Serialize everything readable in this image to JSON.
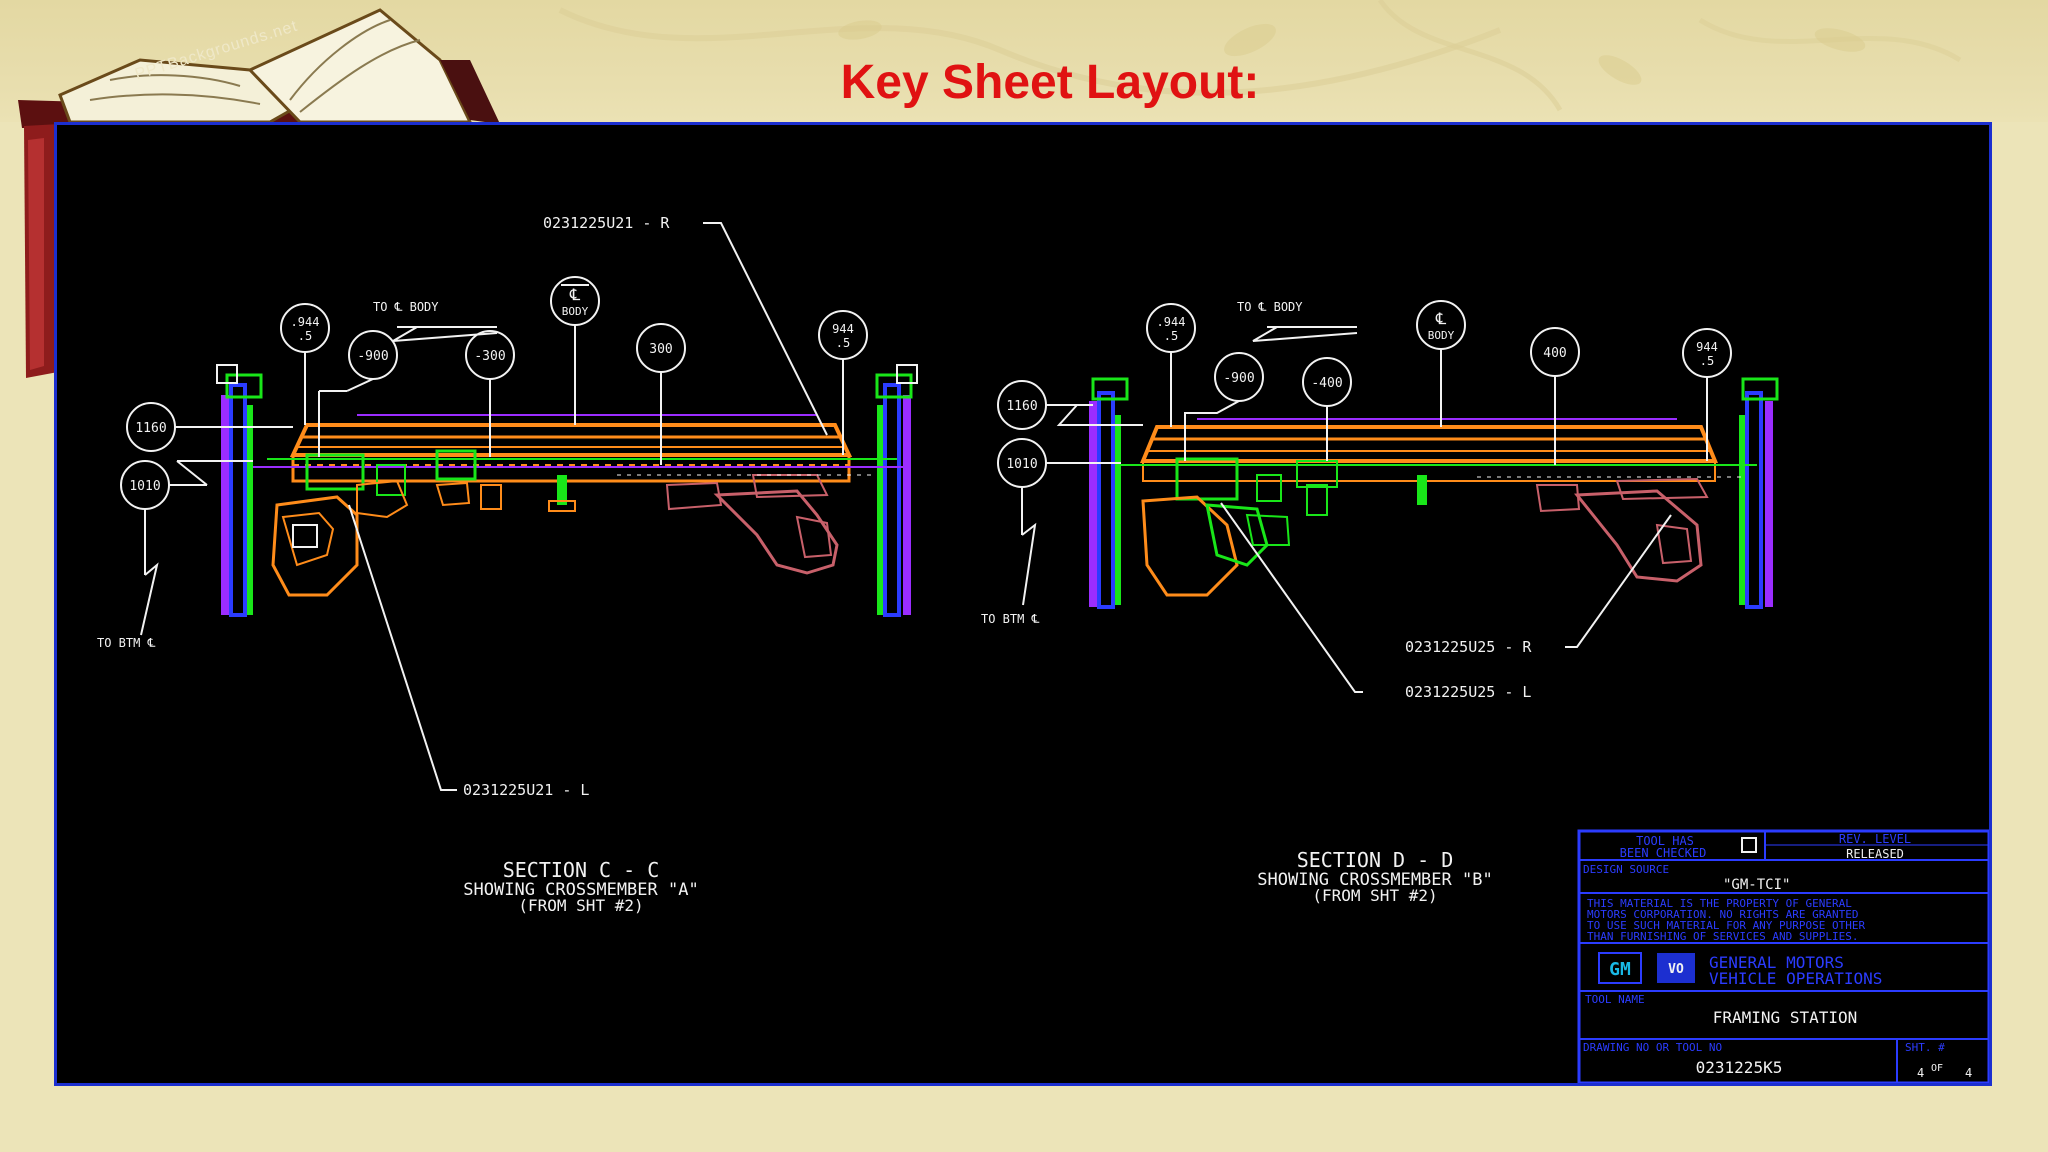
{
  "slide": {
    "title": "Key Sheet Layout:",
    "watermark": "PPTBackgrounds.net"
  },
  "drawing": {
    "section_cc": {
      "title": "SECTION  C - C",
      "line2": "SHOWING  CROSSMEMBER  \"A\"",
      "line3": "(FROM  SHT  #2)",
      "part_right": "0231225U21 - R",
      "part_left": "0231225U21 - L",
      "to_body": "TO  ℄  BODY",
      "to_btm": "TO  BTM  ℄",
      "bubbles": {
        "b944": ".944",
        "b944_sub": ".5",
        "b900": "-900",
        "b300n": "-300",
        "cl": "℄",
        "cl_sub": "BODY",
        "b300": "300",
        "b944r": "944",
        "b944r_sub": ".5",
        "b1160": "1160",
        "b1010": "1010"
      }
    },
    "section_dd": {
      "title": "SECTION  D - D",
      "line2": "SHOWING  CROSSMEMBER  \"B\"",
      "line3": "(FROM  SHT  #2)",
      "part_right": "0231225U25 - R",
      "part_left": "0231225U25 - L",
      "to_body": "TO  ℄  BODY",
      "to_btm": "TO  BTM  ℄",
      "bubbles": {
        "b944": ".944",
        "b944_sub": ".5",
        "b900": "-900",
        "b400n": "-400",
        "cl": "℄",
        "cl_sub": "BODY",
        "b400": "400",
        "b944r": "944",
        "b944r_sub": ".5",
        "b1160": "1160",
        "b1010": "1010"
      }
    },
    "title_block": {
      "tool_checked_1": "TOOL  HAS",
      "tool_checked_2": "BEEN  CHECKED",
      "rev_level": "REV.  LEVEL",
      "released": "RELEASED",
      "design_source_label": "DESIGN  SOURCE",
      "design_source": "\"GM-TCI\"",
      "notice_1": "THIS  MATERIAL  IS  THE  PROPERTY  OF  GENERAL",
      "notice_2": "MOTORS  CORPORATION.  NO  RIGHTS  ARE  GRANTED",
      "notice_3": "TO  USE  SUCH  MATERIAL  FOR  ANY  PURPOSE  OTHER",
      "notice_4": "THAN  FURNISHING  OF  SERVICES  AND  SUPPLIES.",
      "logo_gm": "GM",
      "logo_vo": "VO",
      "company_1": "GENERAL  MOTORS",
      "company_2": "VEHICLE  OPERATIONS",
      "tool_name_label": "TOOL  NAME",
      "tool_name": "FRAMING  STATION",
      "drawing_no_label": "DRAWING  NO  OR  TOOL  NO",
      "drawing_no": "0231225K5",
      "sheet_label": "SHT.  #",
      "sheet_no": "4",
      "sheet_of": "OF",
      "sheet_total": "4"
    },
    "colors": {
      "frame": "#1c2fd0",
      "text": "#f2f2f2",
      "orange": "#ff8c1a",
      "green": "#19e619",
      "blue": "#2b3cff",
      "purple": "#9b2dff",
      "pink": "#c8606a",
      "title_red": "#e01212"
    }
  }
}
